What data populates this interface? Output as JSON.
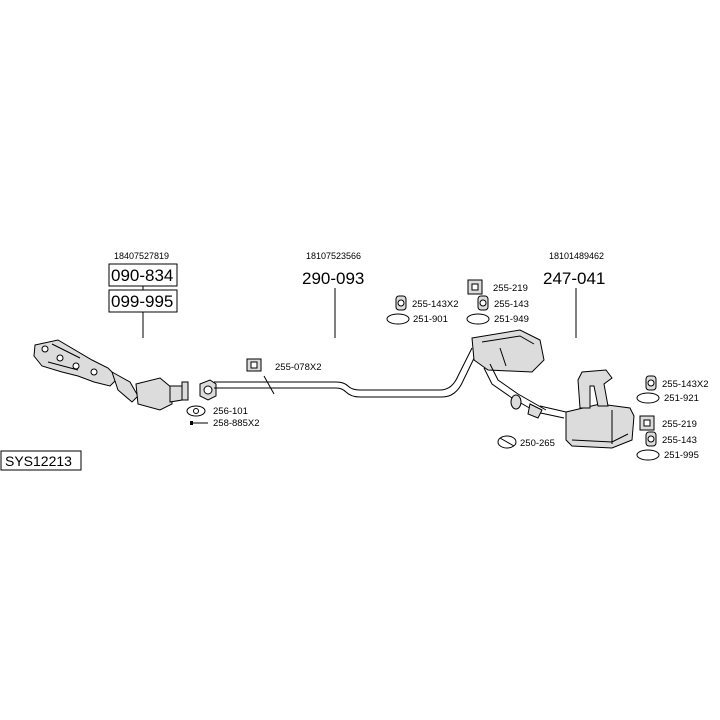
{
  "system_code": "SYS12213",
  "sections": {
    "front": {
      "oem": "18407527819",
      "parts": [
        "090-834",
        "099-995"
      ]
    },
    "middle": {
      "oem": "18107523566",
      "part": "290-093"
    },
    "rear": {
      "oem": "18101489462",
      "part": "247-041"
    }
  },
  "accessories": {
    "front_gasket": "256-101",
    "front_bolt": "258-885X2",
    "mid_hanger": "255-078X2",
    "mid_rubber_top": "255-219",
    "mid_ring_pair": "255-143X2",
    "mid_ring_single": "255-143",
    "mid_clamp_left": "251-901",
    "mid_clamp_right": "251-949",
    "tail_clamp": "250-265",
    "rear_ring_pair": "255-143X2",
    "rear_clamp_top": "251-921",
    "rear_rubber": "255-219",
    "rear_ring_single": "255-143",
    "rear_clamp_bottom": "251-995"
  }
}
